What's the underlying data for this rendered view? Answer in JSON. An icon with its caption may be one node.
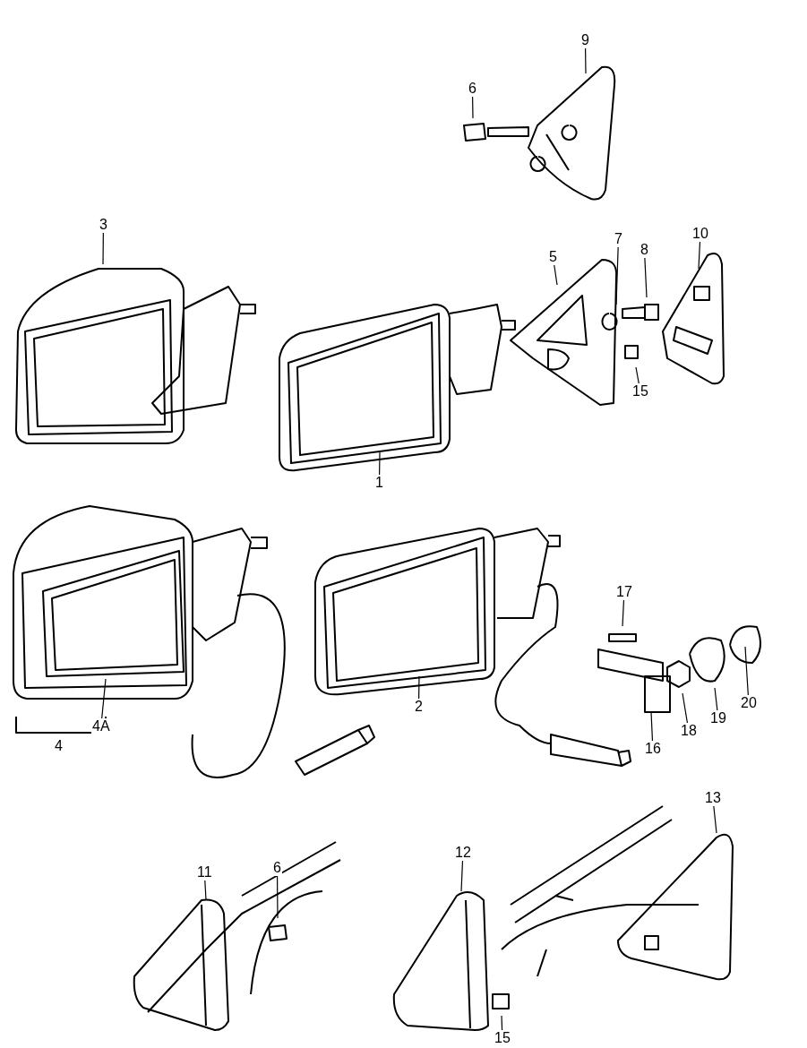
{
  "diagram": {
    "nodes": [
      {
        "text": [
          "9"
        ]
      },
      {
        "text": [
          "6"
        ]
      },
      {
        "text": [
          "3"
        ]
      },
      {
        "text": [
          "5"
        ]
      },
      {
        "text": [
          "7"
        ]
      },
      {
        "text": [
          "8"
        ]
      },
      {
        "text": [
          "10"
        ]
      },
      {
        "text": [
          "15"
        ]
      },
      {
        "text": [
          "1"
        ]
      },
      {
        "text": [
          "17"
        ]
      },
      {
        "text": [
          "4A"
        ]
      },
      {
        "text": [
          "2"
        ]
      },
      {
        "text": [
          "20"
        ]
      },
      {
        "text": [
          "18"
        ]
      },
      {
        "text": [
          "19"
        ]
      },
      {
        "text": [
          "16"
        ]
      },
      {
        "text": [
          "13"
        ]
      },
      {
        "text": [
          "12"
        ]
      },
      {
        "text": [
          "11"
        ]
      },
      {
        "text": [
          "6"
        ]
      },
      {
        "text": [
          "15"
        ]
      }
    ],
    "edges": [
      {
        "from": 0,
        "to": null,
        "arrow": "none"
      },
      {
        "from": 1,
        "to": null,
        "arrow": "none"
      },
      {
        "from": 2,
        "to": null,
        "arrow": "none"
      },
      {
        "from": 3,
        "to": null,
        "arrow": "none"
      },
      {
        "from": 4,
        "to": null,
        "arrow": "none"
      },
      {
        "from": 5,
        "to": null,
        "arrow": "none"
      },
      {
        "from": 6,
        "to": null,
        "arrow": "none"
      },
      {
        "from": 7,
        "to": null,
        "arrow": "none"
      },
      {
        "from": 8,
        "to": null,
        "arrow": "none"
      },
      {
        "from": 9,
        "to": null,
        "arrow": "none"
      },
      {
        "from": 10,
        "to": null,
        "arrow": "none"
      },
      {
        "from": 11,
        "to": null,
        "arrow": "none"
      },
      {
        "from": 12,
        "to": null,
        "arrow": "none"
      },
      {
        "from": 13,
        "to": null,
        "arrow": "none"
      },
      {
        "from": 14,
        "to": null,
        "arrow": "none"
      },
      {
        "from": 15,
        "to": null,
        "arrow": "none"
      },
      {
        "from": 16,
        "to": null,
        "arrow": "none"
      },
      {
        "from": 17,
        "to": null,
        "arrow": "none"
      },
      {
        "from": 18,
        "to": null,
        "arrow": "none"
      },
      {
        "from": 19,
        "to": null,
        "arrow": "none"
      },
      {
        "from": 20,
        "to": null,
        "arrow": "none"
      }
    ],
    "labels": [
      "4"
    ]
  }
}
